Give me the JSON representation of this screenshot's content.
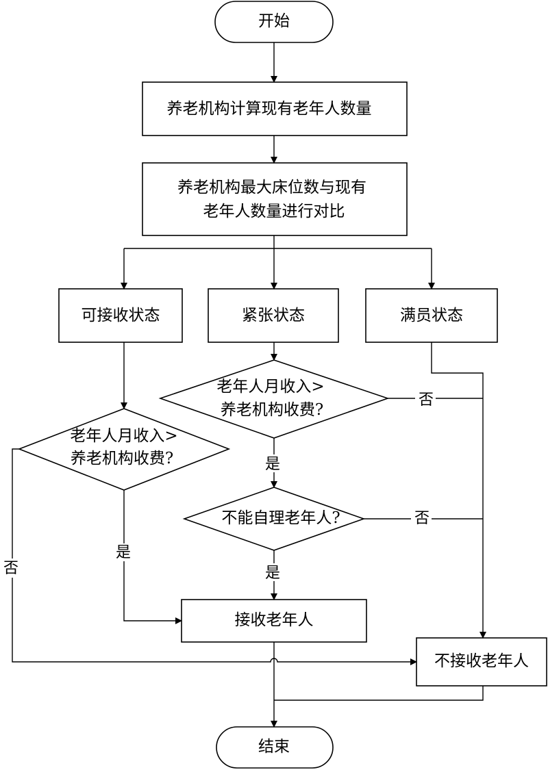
{
  "nodes": {
    "start": "开始",
    "count": "养老机构计算现有老年人数量",
    "compare_line1": "养老机构最大床位数与现有",
    "compare_line2": "老年人数量进行对比",
    "state_accept": "可接收状态",
    "state_tight": "紧张状态",
    "state_full": "满员状态",
    "income_line1": "老年人月收入>",
    "income_line2": "养老机构收费?",
    "income_left_line1": "老年人月收入>",
    "income_left_line2": "养老机构收费?",
    "self_care": "不能自理老年人?",
    "accept": "接收老年人",
    "reject": "不接收老年人",
    "end": "结束"
  },
  "edge_labels": {
    "no_income_mid": "否",
    "yes_income_mid": "是",
    "no_self_care": "否",
    "yes_self_care": "是",
    "yes_income_left": "是",
    "no_income_left": "否"
  }
}
